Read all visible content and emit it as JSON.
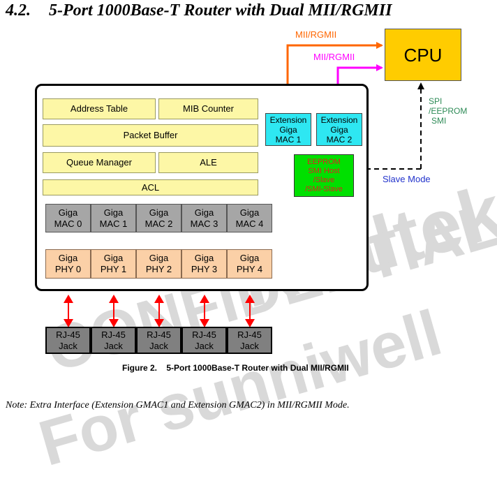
{
  "heading": {
    "number": "4.2.",
    "title": "5-Port 1000Base-T Router with Dual MII/RGMII"
  },
  "watermark": {
    "line1": "Realtek",
    "line2": "CONFIDENTIAL",
    "line3": "For sunniwell"
  },
  "cpu_label": "CPU",
  "links": {
    "mii_rgmii_1": "MII/RGMII",
    "mii_rgmii_2": "MII/RGMII",
    "spi_eeprom_smi": [
      "SPI",
      "/EEPROM",
      "SMI"
    ],
    "slave_mode": "Slave Mode"
  },
  "blocks": {
    "address_table": "Address Table",
    "mib_counter": "MIB Counter",
    "packet_buffer": "Packet Buffer",
    "queue_manager": "Queue Manager",
    "ale": "ALE",
    "acl": "ACL",
    "ext_mac_1": [
      "Extension",
      "Giga",
      "MAC 1"
    ],
    "ext_mac_2": [
      "Extension",
      "Giga",
      "MAC 2"
    ],
    "eeprom": [
      "EEPROM",
      "SMI Host",
      "/Slave",
      "/SMI-Slave"
    ]
  },
  "macs": [
    [
      "Giga",
      "MAC 0"
    ],
    [
      "Giga",
      "MAC 1"
    ],
    [
      "Giga",
      "MAC 2"
    ],
    [
      "Giga",
      "MAC 3"
    ],
    [
      "Giga",
      "MAC 4"
    ]
  ],
  "phys": [
    [
      "Giga",
      "PHY 0"
    ],
    [
      "Giga",
      "PHY 1"
    ],
    [
      "Giga",
      "PHY 2"
    ],
    [
      "Giga",
      "PHY 3"
    ],
    [
      "Giga",
      "PHY 4"
    ]
  ],
  "jacks": [
    [
      "RJ-45",
      "Jack"
    ],
    [
      "RJ-45",
      "Jack"
    ],
    [
      "RJ-45",
      "Jack"
    ],
    [
      "RJ-45",
      "Jack"
    ],
    [
      "RJ-45",
      "Jack"
    ]
  ],
  "caption": "Figure 2.    5-Port 1000Base-T Router with Dual MII/RGMII",
  "note": "Note: Extra Interface (Extension GMAC1 and Extension GMAC2) in MII/RGMII Mode.",
  "colors": {
    "orange_link": "#ff6600",
    "magenta_link": "#ff00ff",
    "smi_text": "#2e8b57",
    "slave_mode_text": "#2233cc",
    "red_arrow": "#ff0000",
    "cpu_fill": "#ffcc00"
  }
}
